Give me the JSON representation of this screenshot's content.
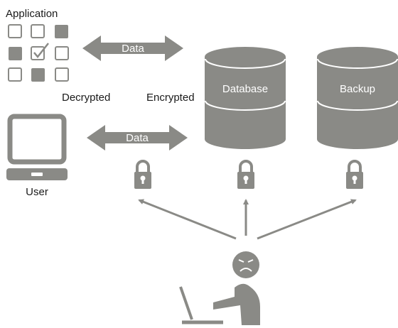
{
  "labels": {
    "application": "Application",
    "decrypted": "Decrypted",
    "encrypted": "Encrypted",
    "user": "User",
    "database": "Database",
    "backup": "Backup",
    "data_top": "Data",
    "data_bottom": "Data"
  },
  "colors": {
    "shape": "#8a8a86",
    "arrow": "#8a8a86",
    "text": "#1a1a1a",
    "on_shape_text": "#ffffff"
  },
  "icons": [
    "application-grid-icon",
    "checkmark-icon",
    "laptop-icon",
    "database-icon",
    "backup-icon",
    "padlock-icon",
    "attacker-icon"
  ]
}
